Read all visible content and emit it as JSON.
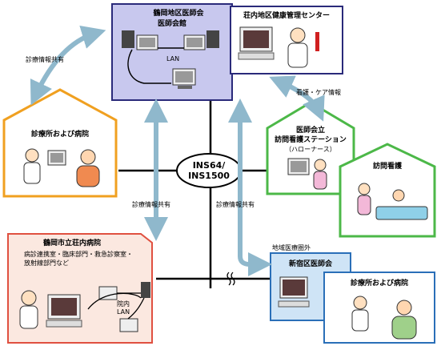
{
  "nodes": {
    "medical_association": {
      "title_line1": "鶴岡地区医師会",
      "title_line2": "医師会館",
      "lan": "LAN"
    },
    "health_center": {
      "title": "荘内地区健康管理センター"
    },
    "clinic_top": {
      "title": "診療所および病院"
    },
    "nursing_station": {
      "title_line1": "医師会立",
      "title_line2": "訪問看護ステーション",
      "title_line3": "（ハローナース）"
    },
    "home_visit": {
      "title": "訪問看護"
    },
    "hospital": {
      "title": "鶴岡市立荘内病院",
      "sub_line1": "病診連携室・臨床部門・救急診察室・",
      "sub_line2": "放射線部門など",
      "lan_line1": "院内",
      "lan_line2": "LAN"
    },
    "shinjuku": {
      "region_label": "地域医療圏外",
      "title": "新宿区医師会"
    },
    "clinic_bottom": {
      "title": "診療所および病院"
    }
  },
  "network": {
    "line1": "INS64/",
    "line2": "INS1500"
  },
  "flows": {
    "top_left": "診療情報共有",
    "nursing": "看護・ケア情報",
    "center_left": "診療情報共有",
    "center_right": "診療情報共有"
  },
  "colors": {
    "association_fill": "#c8c8ee",
    "association_border": "#2a2a7a",
    "clinic_border": "#f0a020",
    "nursing_border": "#4cb848",
    "hospital_fill": "#fbe8e0",
    "hospital_border": "#e05040",
    "shinjuku_fill": "#cfe4f6",
    "shinjuku_border": "#2a6fb8",
    "arrow": "#8fb8cc"
  }
}
